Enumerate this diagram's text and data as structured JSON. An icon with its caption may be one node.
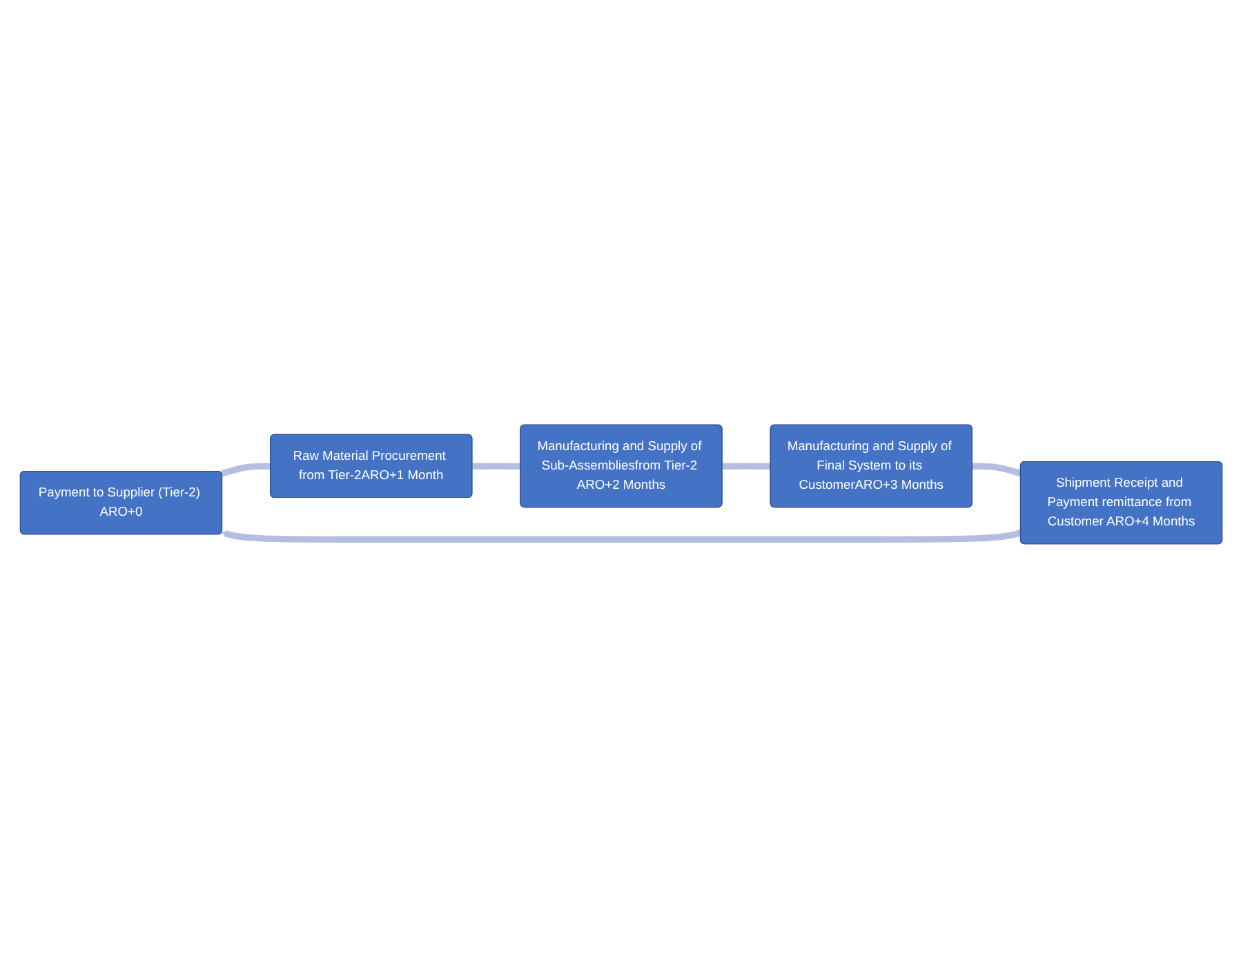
{
  "diagram": {
    "nodes": [
      {
        "text": [
          "Payment to Supplier (Tier-2) ARO+0"
        ]
      },
      {
        "text": [
          "Raw Material Procurement from Tier-2ARO+1 Month"
        ]
      },
      {
        "text": [
          "Manufacturing and Supply of Sub-Assembliesfrom Tier-2 ARO+2 Months"
        ]
      },
      {
        "text": [
          "Manufacturing and Supply of Final System to its CustomerARO+3 Months"
        ]
      },
      {
        "text": [
          "Shipment Receipt and Payment remittance from Customer ARO+4 Months"
        ]
      }
    ],
    "edges": [
      {
        "from": 0,
        "to": 1,
        "arrow": "none"
      },
      {
        "from": 1,
        "to": 2,
        "arrow": "none"
      },
      {
        "from": 2,
        "to": 3,
        "arrow": "none"
      },
      {
        "from": 3,
        "to": 4,
        "arrow": "none"
      },
      {
        "from": 4,
        "to": 0,
        "arrow": "to"
      }
    ]
  }
}
